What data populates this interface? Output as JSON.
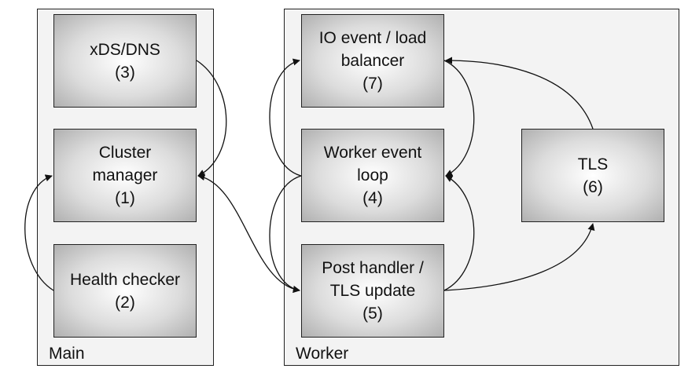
{
  "containers": {
    "main": {
      "label": "Main"
    },
    "worker": {
      "label": "Worker"
    }
  },
  "boxes": {
    "xds": {
      "line1": "xDS/DNS",
      "line2": "(3)"
    },
    "cluster": {
      "line1": "Cluster",
      "line2": "manager",
      "line3": "(1)"
    },
    "health": {
      "line1": "Health checker",
      "line2": "(2)"
    },
    "io": {
      "line1": "IO event / load",
      "line2": "balancer",
      "line3": "(7)"
    },
    "worker_loop": {
      "line1": "Worker event",
      "line2": "loop",
      "line3": "(4)"
    },
    "post": {
      "line1": "Post handler /",
      "line2": "TLS update",
      "line3": "(5)"
    },
    "tls": {
      "line1": "TLS",
      "line2": "(6)"
    }
  }
}
